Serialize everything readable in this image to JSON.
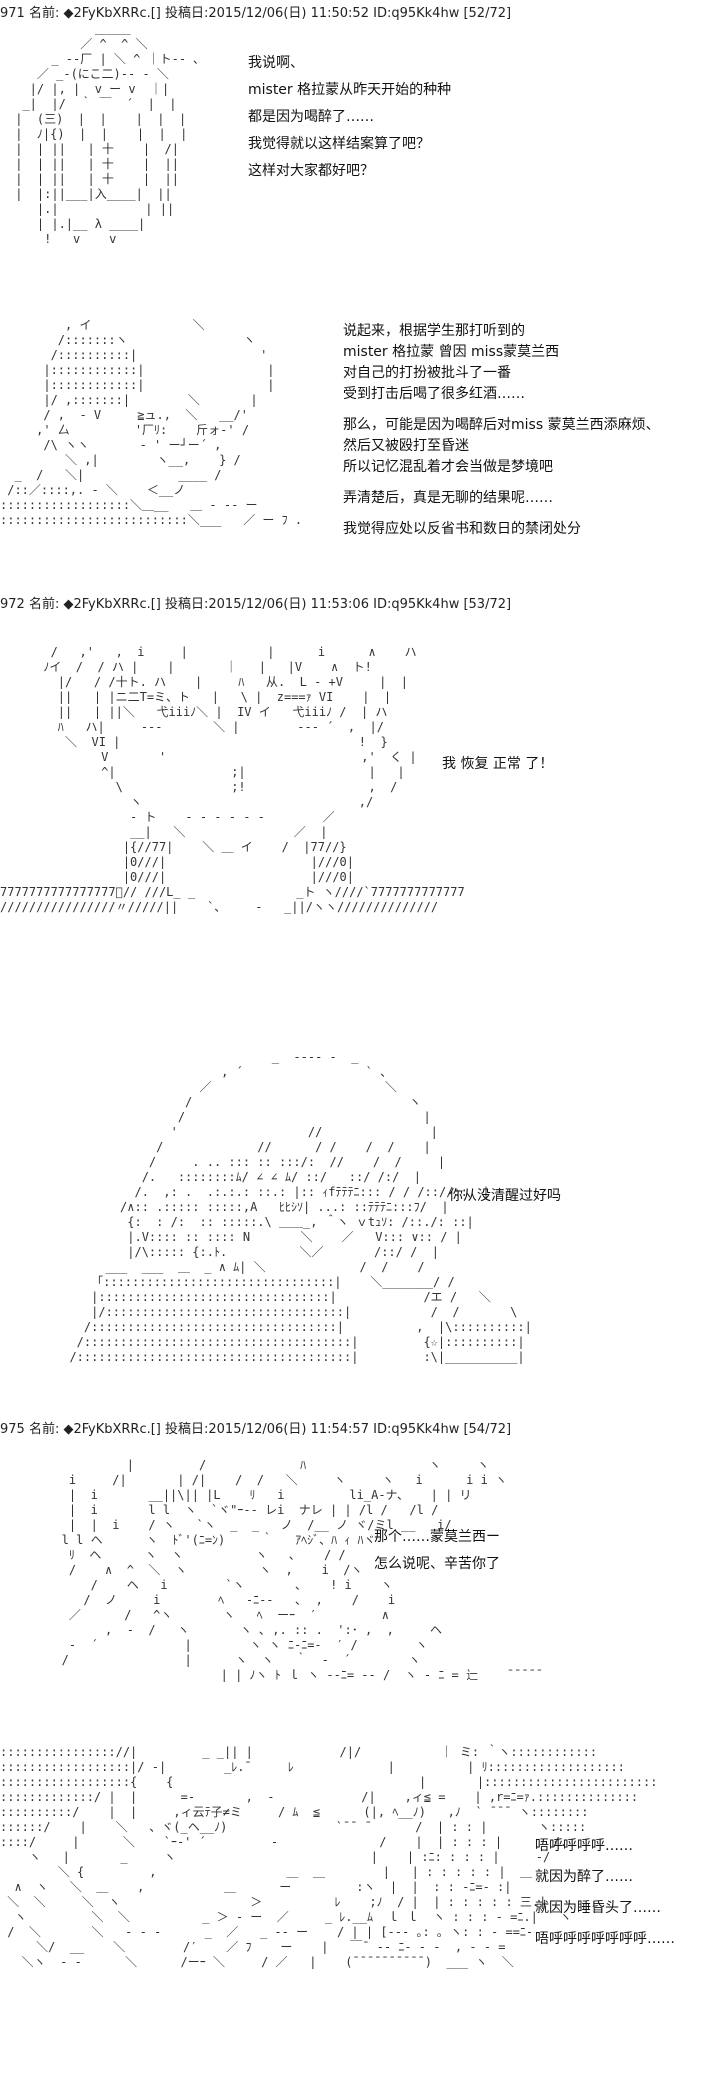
{
  "posts": [
    {
      "header": "971 名前: ◆2FyKbXRRc.[] 投稿日:2015/12/06(日) 11:50:52 ID:q95Kk4hw [52/72]"
    },
    {
      "header": "972 名前: ◆2FyKbXRRc.[] 投稿日:2015/12/06(日) 11:53:06 ID:q95Kk4hw [53/72]"
    },
    {
      "header": "975 名前: ◆2FyKbXRRc.[] 投稿日:2015/12/06(日) 11:54:57 ID:q95Kk4hw [54/72]"
    }
  ],
  "panels": [
    {
      "lines": [
        "我说啊、",
        "mister 格拉蒙从昨天开始的种种",
        "都是因为喝醉了……",
        "我觉得就以这样结案算了吧？",
        "这样对大家都好吧？"
      ]
    },
    {
      "lines": [
        "说起来，根据学生那打听到的",
        "mister 格拉蒙 曾因 miss蒙莫兰西",
        "对自己的打扮被批斗了一番",
        "受到打击后喝了很多红酒……",
        "",
        "那么，可能是因为喝醉后对miss 蒙莫兰西添麻烦、",
        "然后又被殴打至昏迷",
        "所以记忆混乱着才会当做是梦境吧",
        "",
        "弄清楚后，真是无聊的结果呢……",
        "",
        "我觉得应处以反省书和数日的禁闭处分"
      ]
    },
    {
      "lines": [
        "我 恢复 正常 了！"
      ]
    },
    {
      "lines": [
        "你从没清醒过好吗"
      ]
    },
    {
      "lines": [
        "那个……蒙莫兰西ー",
        "怎么说呢、辛苦你了"
      ]
    },
    {
      "lines": [
        "唔呼呼呼呼……",
        "就因为醉了……",
        "就因为睡昏头了……",
        "唔呼呼呼呼呼呼呼……"
      ]
    }
  ]
}
